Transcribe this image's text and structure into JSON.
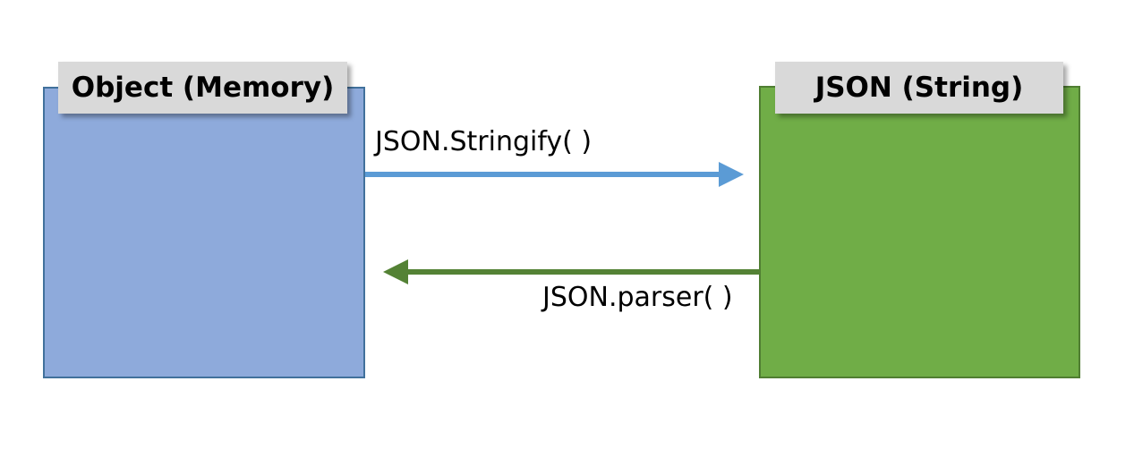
{
  "diagram": {
    "left_box": {
      "title": "Object (Memory)",
      "fill_color": "#8eaadb",
      "border_color": "#41719c"
    },
    "right_box": {
      "title": "JSON (String)",
      "fill_color": "#70ad47",
      "border_color": "#507e32"
    },
    "label_fill_color": "#d9d9d9",
    "forward_arrow": {
      "label": "JSON.Stringify( )",
      "direction": "left-to-right",
      "color": "#5b9bd5"
    },
    "backward_arrow": {
      "label": "JSON.parser( )",
      "direction": "right-to-left",
      "color": "#548235"
    }
  }
}
